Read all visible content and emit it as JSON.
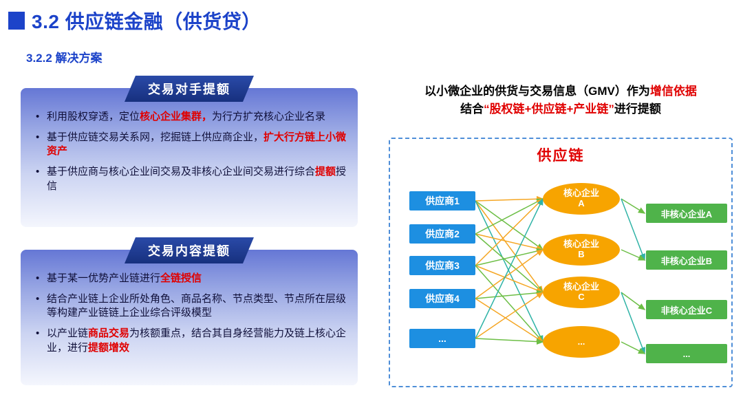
{
  "slide": {
    "title": "3.2 供应链金融（供货贷）",
    "subtitle": "3.2.2 解决方案"
  },
  "colors": {
    "title_blue": "#1c43c9",
    "red": "#e00000",
    "panel_blue": "#6577d5",
    "badge_navy": "#17307e",
    "supplier_blue": "#1d8fe1",
    "core_orange": "#f7a400",
    "noncore_green": "#4fb34a",
    "dashed_blue": "#4e8ed8",
    "arrow_orange": "#f5a623",
    "arrow_green": "#6cbe45",
    "arrow_teal": "#2fb3a6"
  },
  "panels": [
    {
      "badge": "交易对手提额",
      "bullets": [
        [
          {
            "text": "利用股权穿透，定位"
          },
          {
            "text": "核心企业集群，",
            "red": true
          },
          {
            "text": "为行方扩充核心企业名录"
          }
        ],
        [
          {
            "text": "基于供应链交易关系网，挖掘链上供应商企业，"
          },
          {
            "text": "扩大行方链上小微资产",
            "red": true
          }
        ],
        [
          {
            "text": "基于供应商与核心企业间交易及非核心企业间交易进行综合"
          },
          {
            "text": "提额",
            "red": true
          },
          {
            "text": "授信"
          }
        ]
      ]
    },
    {
      "badge": "交易内容提额",
      "bullets": [
        [
          {
            "text": "基于某一优势产业链进行"
          },
          {
            "text": "全链授信",
            "red": true
          }
        ],
        [
          {
            "text": "结合产业链上企业所处角色、商品名称、节点类型、节点所在层级等构建产业链链上企业综合评级模型"
          }
        ],
        [
          {
            "text": "以产业链"
          },
          {
            "text": "商品交易",
            "red": true
          },
          {
            "text": "为核额重点，结合其自身经营能力及链上核心企业，进行"
          },
          {
            "text": "提额增效",
            "red": true
          }
        ]
      ]
    }
  ],
  "right": {
    "headline": [
      [
        {
          "text": "以小微企业的供货与交易信息（GMV）作为"
        },
        {
          "text": "增信依据",
          "red": true
        }
      ],
      [
        {
          "text": "结合"
        },
        {
          "text": "“股权链+供应链+产业链”",
          "red": true
        },
        {
          "text": "进行提额"
        }
      ]
    ],
    "diagram": {
      "title": "供应链",
      "suppliers": [
        "供应商1",
        "供应商2",
        "供应商3",
        "供应商4",
        "..."
      ],
      "cores": [
        "核心企业\nA",
        "核心企业\nB",
        "核心企业\nC",
        "..."
      ],
      "noncores": [
        "非核心企业A",
        "非核心企业B",
        "非核心企业C",
        "..."
      ],
      "links_supplier_core": [
        {
          "from": 0,
          "to": 0,
          "color": "orange"
        },
        {
          "from": 0,
          "to": 1,
          "color": "green"
        },
        {
          "from": 0,
          "to": 2,
          "color": "orange"
        },
        {
          "from": 0,
          "to": 3,
          "color": "teal"
        },
        {
          "from": 1,
          "to": 0,
          "color": "green"
        },
        {
          "from": 1,
          "to": 1,
          "color": "orange"
        },
        {
          "from": 1,
          "to": 2,
          "color": "green"
        },
        {
          "from": 2,
          "to": 0,
          "color": "orange"
        },
        {
          "from": 2,
          "to": 1,
          "color": "green"
        },
        {
          "from": 2,
          "to": 2,
          "color": "orange"
        },
        {
          "from": 2,
          "to": 3,
          "color": "green"
        },
        {
          "from": 3,
          "to": 1,
          "color": "orange"
        },
        {
          "from": 3,
          "to": 2,
          "color": "green"
        },
        {
          "from": 3,
          "to": 3,
          "color": "orange"
        },
        {
          "from": 4,
          "to": 0,
          "color": "teal"
        },
        {
          "from": 4,
          "to": 2,
          "color": "orange"
        },
        {
          "from": 4,
          "to": 3,
          "color": "green"
        }
      ],
      "links_core_noncore": [
        {
          "from": 0,
          "to": 0,
          "color": "green"
        },
        {
          "from": 0,
          "to": 1,
          "color": "teal"
        },
        {
          "from": 1,
          "to": 1,
          "color": "green"
        },
        {
          "from": 2,
          "to": 2,
          "color": "green"
        },
        {
          "from": 2,
          "to": 3,
          "color": "teal"
        },
        {
          "from": 3,
          "to": 3,
          "color": "green"
        }
      ]
    }
  }
}
